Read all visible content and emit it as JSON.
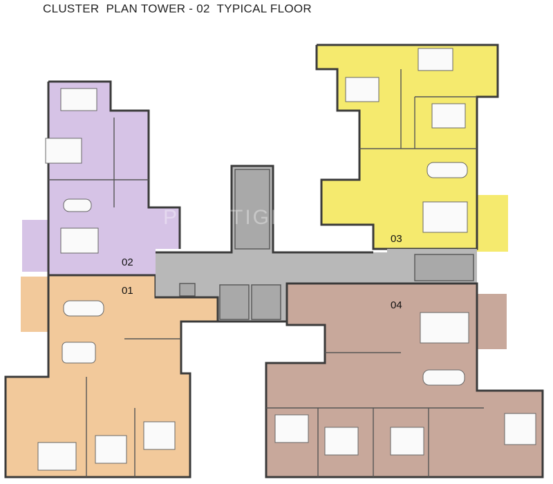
{
  "title": "CLUSTER  PLAN TOWER - 02  TYPICAL FLOOR",
  "watermark": "PROPTIGER",
  "colors": {
    "unit_01": "#f2c99b",
    "unit_02": "#d6c3e6",
    "unit_03": "#f5ea6e",
    "unit_04": "#c8a89b",
    "core": "#b8b8b8"
  },
  "units": [
    {
      "id": "unit-01",
      "label": "01"
    },
    {
      "id": "unit-02",
      "label": "02"
    },
    {
      "id": "unit-03",
      "label": "03"
    },
    {
      "id": "unit-04",
      "label": "04"
    }
  ]
}
